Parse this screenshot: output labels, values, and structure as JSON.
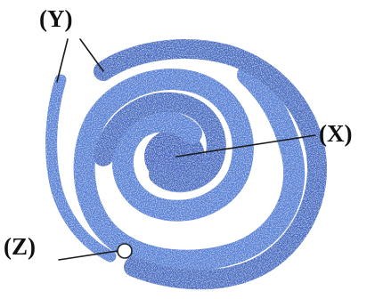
{
  "labels": {
    "y": "(Y)",
    "x": "(X)",
    "z": "(Z)"
  },
  "colors": {
    "arm": "#4f7fd6",
    "arm_dark": "#3f6cc4",
    "core": "#3c66c2",
    "leader": "#1a1a1a",
    "marker_fill": "#ffffff",
    "marker_stroke": "#222222"
  }
}
